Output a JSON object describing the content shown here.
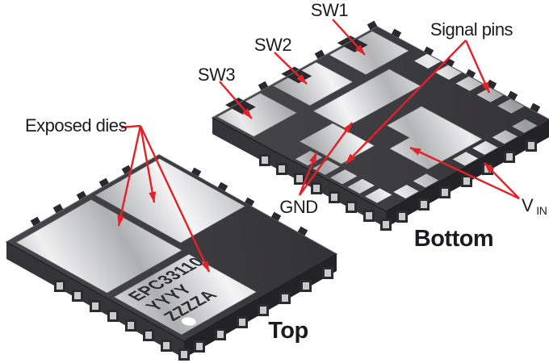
{
  "figure": {
    "top_view": {
      "caption": "Top",
      "annotation": "Exposed dies",
      "marking": {
        "line1": "EPC33110",
        "line2": "YYYY",
        "line3": "ZZZZA"
      }
    },
    "bottom_view": {
      "caption": "Bottom",
      "labels": {
        "sw1": "SW1",
        "sw2": "SW2",
        "sw3": "SW3",
        "signal_pins": "Signal pins",
        "gnd": "GND",
        "vin_main": "V",
        "vin_sub": "IN"
      }
    },
    "colors": {
      "arrow_red": "#e22128",
      "label_text": "#1c1c1e",
      "chip_body": "#3a393d",
      "chip_rim_dark": "#242328",
      "pad_silver": "#d9dadb",
      "marking_text": "#2e2c2d",
      "pin1_dot": "#ffffff"
    }
  }
}
